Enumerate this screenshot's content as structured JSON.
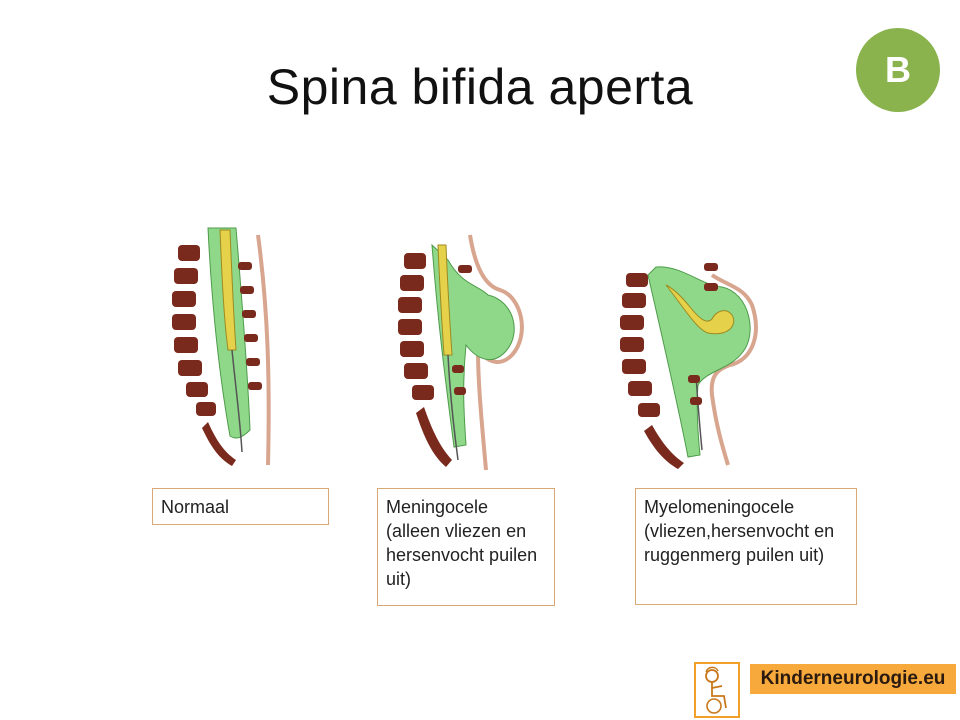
{
  "slide": {
    "title": "Spina bifida aperta",
    "badge": "B"
  },
  "figures": [
    {
      "caption": "Normaal"
    },
    {
      "caption": "Meningocele (alleen vliezen en hersenvocht puilen uit)"
    },
    {
      "caption": "Myelomeningocele (vliezen,hersenvocht en ruggenmerg puilen uit)"
    }
  ],
  "logo": {
    "text": "Kinderneurologie.eu"
  },
  "colors": {
    "badge": "#8ab34e",
    "vertebra": "#7a2a1c",
    "spinal_fluid": "#8fd88a",
    "spinal_cord": "#e6d14a",
    "skin": "#d8a58f",
    "caption_border": "#d9a877",
    "logo_bg": "#f7a93b"
  }
}
